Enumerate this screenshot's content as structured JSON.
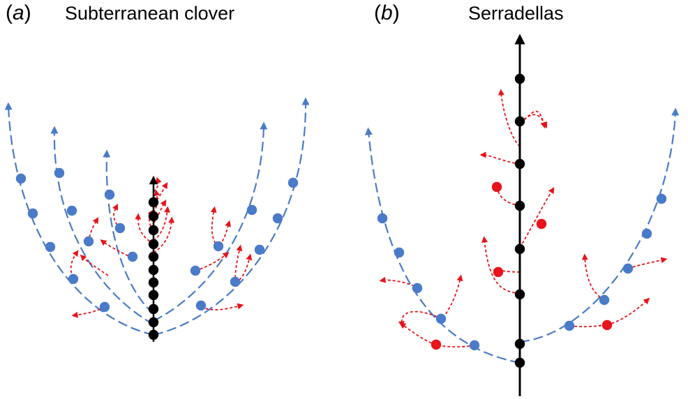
{
  "panels": [
    {
      "letter": "a",
      "title": "Subterranean clover"
    },
    {
      "letter": "b",
      "title": "Serradellas"
    }
  ],
  "colors": {
    "main_stem": "#000000",
    "primary_branch": "#4a7bc8",
    "secondary_branch": "#e8131b"
  }
}
